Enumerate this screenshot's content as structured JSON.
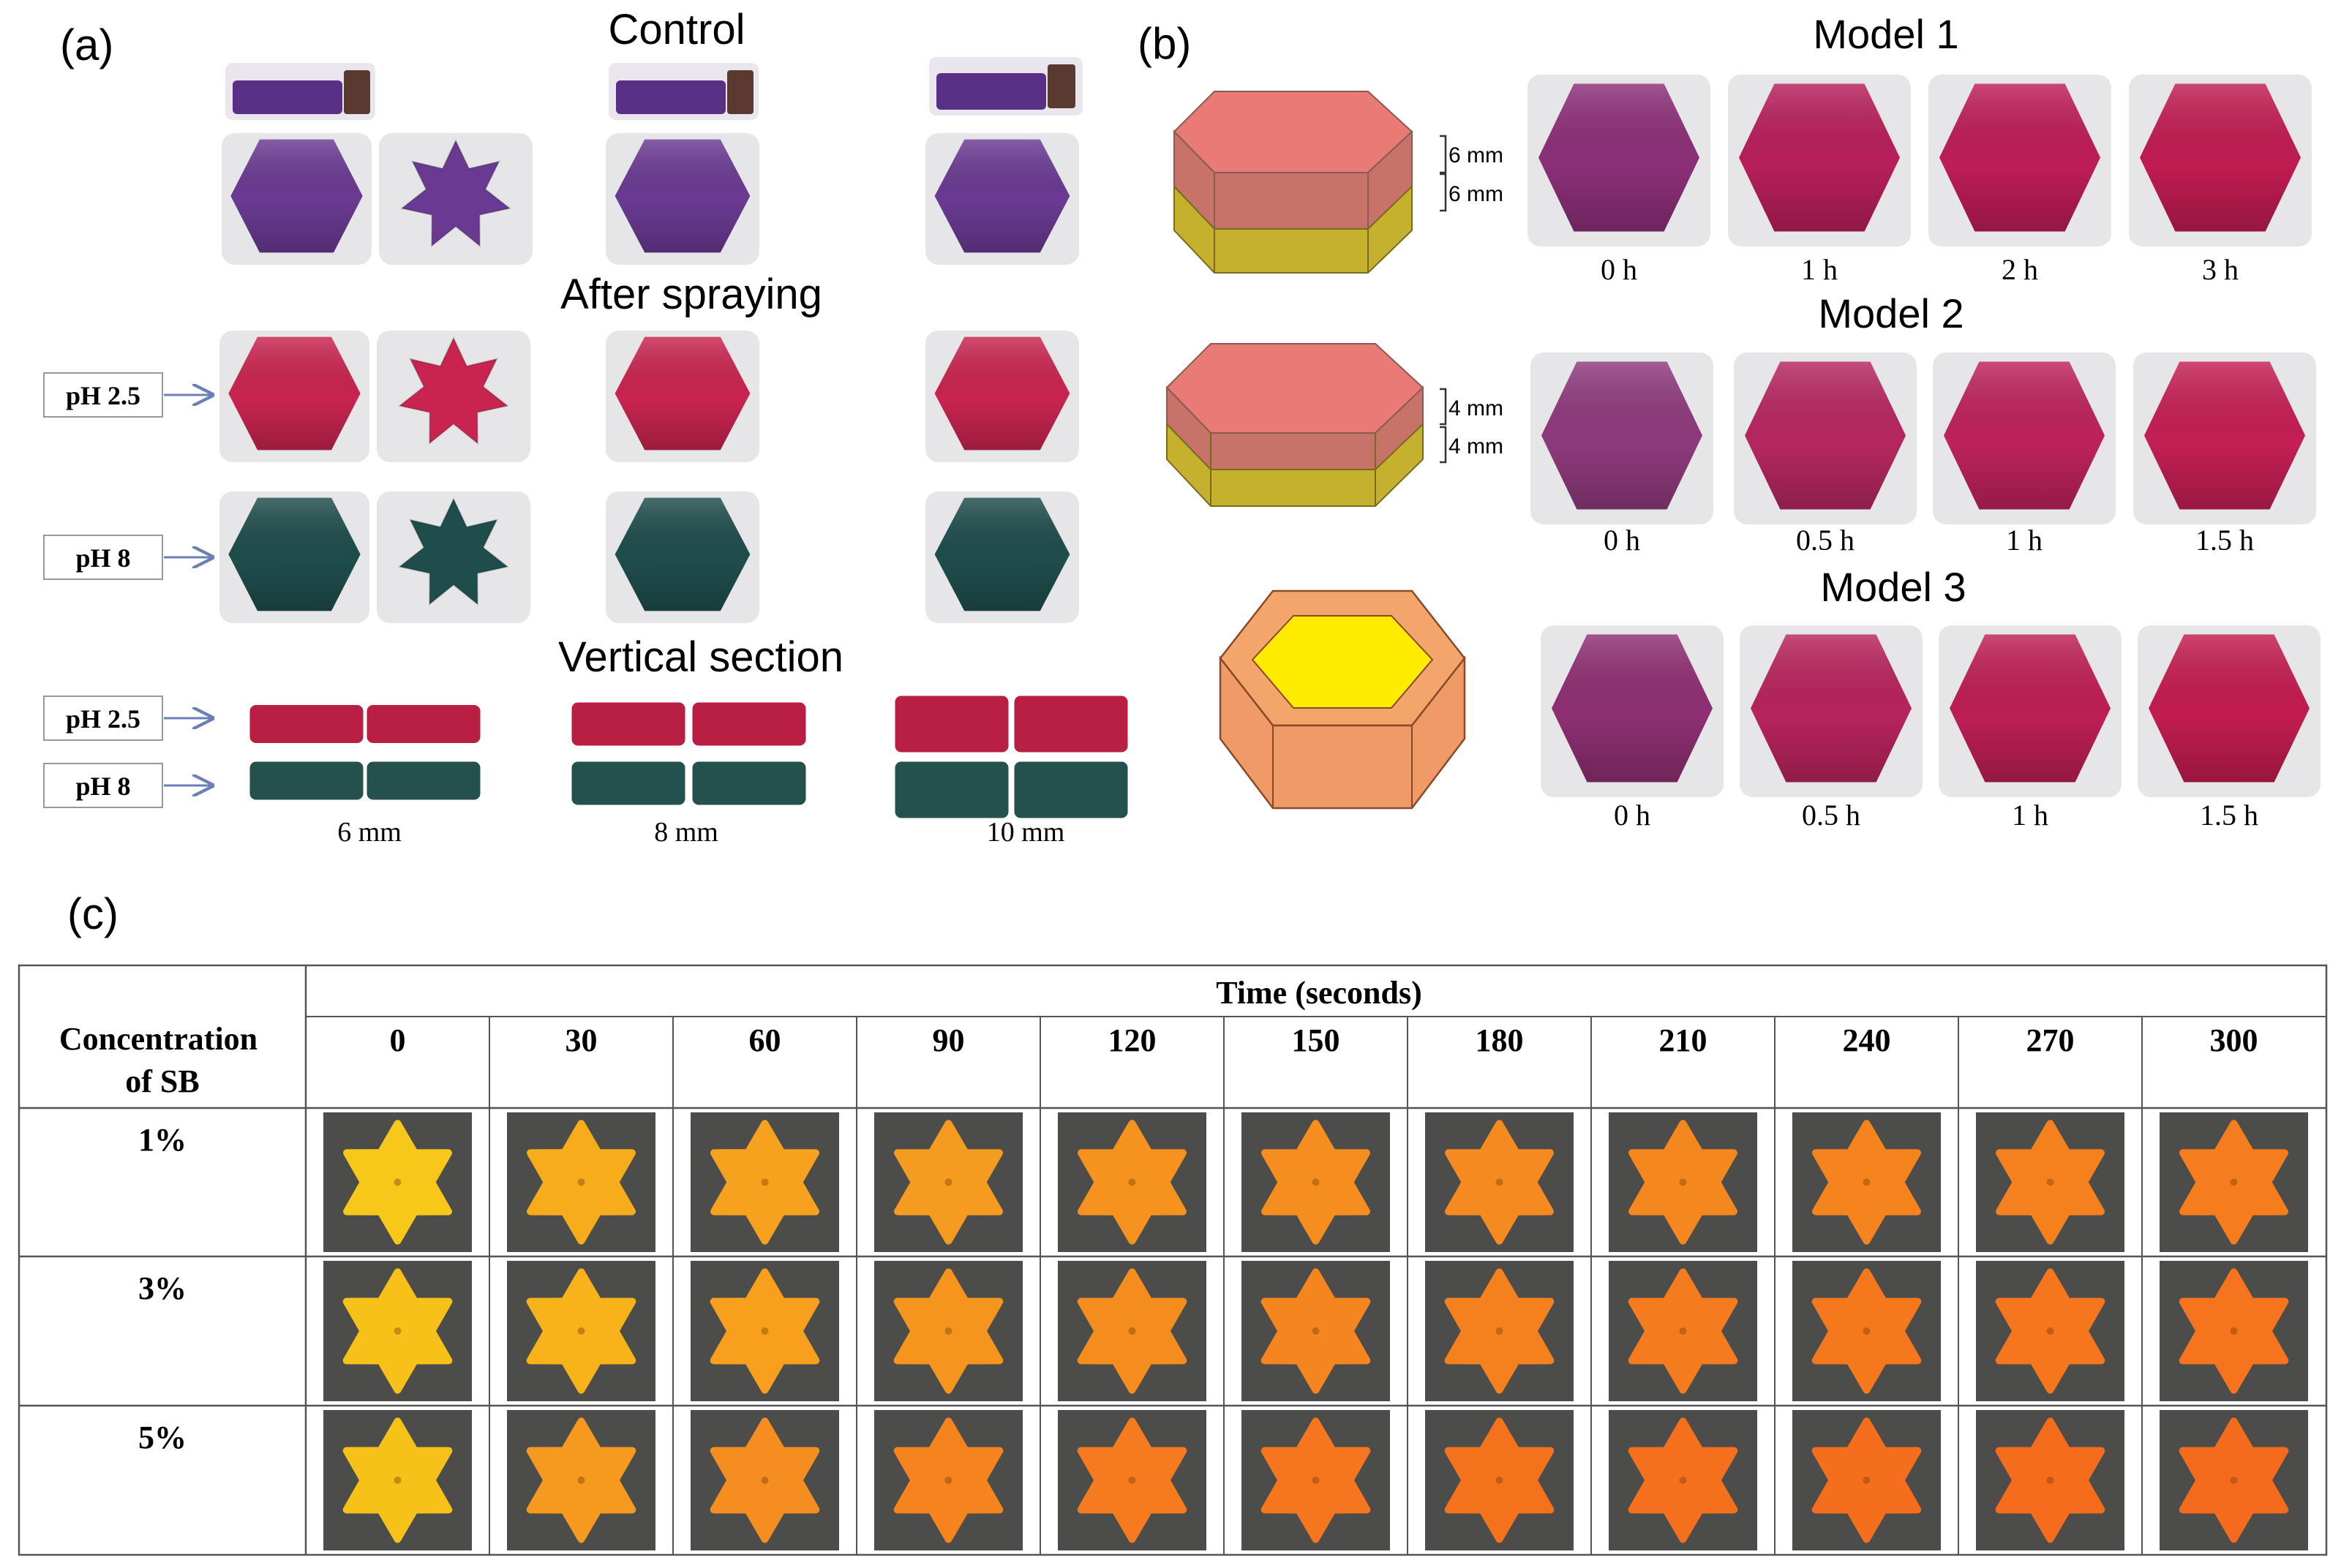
{
  "panels": {
    "a": {
      "label": "(a)",
      "control_title": "Control",
      "spraying_title": "After spraying",
      "section_title": "Vertical section",
      "spray_rows": [
        {
          "label": "pH 2.5",
          "color": "#c8244f"
        },
        {
          "label": "pH 8",
          "color": "#1f4d4c"
        }
      ],
      "section_rows": [
        {
          "label": "pH 2.5",
          "color": "#b81f43"
        },
        {
          "label": "pH 8",
          "color": "#24504e"
        }
      ],
      "thicknesses": [
        "6 mm",
        "8 mm",
        "10 mm"
      ],
      "control_color": "#6a3a92"
    },
    "b": {
      "label": "(b)",
      "models": [
        {
          "title": "Model 1",
          "layers": [
            "6 mm",
            "6 mm"
          ],
          "times": [
            "0 h",
            "1 h",
            "2 h",
            "3 h"
          ],
          "colors": [
            "#8c2f78",
            "#b71f5a",
            "#bd1d55",
            "#c01c52"
          ]
        },
        {
          "title": "Model 2",
          "layers": [
            "4 mm",
            "4 mm"
          ],
          "times": [
            "0 h",
            "0.5 h",
            "1 h",
            "1.5 h"
          ],
          "colors": [
            "#8e3a7c",
            "#b52760",
            "#bd2359",
            "#c41f55"
          ]
        },
        {
          "title": "Model 3",
          "layers": [],
          "times": [
            "0 h",
            "0.5 h",
            "1 h",
            "1.5 h"
          ],
          "colors": [
            "#8e2f72",
            "#b7245b",
            "#bd1f55",
            "#c21c50"
          ]
        }
      ],
      "top_layer_color": "#e97a76",
      "bottom_layer_color": "#c7b12e",
      "shell_color": "#f3a56b",
      "core_color": "#ffeb00"
    },
    "c": {
      "label": "(c)",
      "row_header": "Concentration of SB",
      "time_header": "Time (seconds)",
      "times": [
        "0",
        "30",
        "60",
        "90",
        "120",
        "150",
        "180",
        "210",
        "240",
        "270",
        "300"
      ],
      "rows": [
        {
          "label": "1%",
          "colors": [
            "#f7c71a",
            "#f7ad1b",
            "#f7a21e",
            "#f59c20",
            "#f6931f",
            "#f58e1f",
            "#f48a20",
            "#f5871f",
            "#f5841e",
            "#f5811e",
            "#f57d1e"
          ]
        },
        {
          "label": "3%",
          "colors": [
            "#f8c11a",
            "#f8b31b",
            "#f8a01d",
            "#f6951e",
            "#f58c1e",
            "#f5861f",
            "#f5801e",
            "#f57c1e",
            "#f5781d",
            "#f6761d",
            "#f6741d"
          ]
        },
        {
          "label": "5%",
          "colors": [
            "#f6c21a",
            "#f59a1f",
            "#f68d20",
            "#f5841f",
            "#f57b1e",
            "#f5761e",
            "#f5721d",
            "#f5701d",
            "#f56e1d",
            "#f56c1d",
            "#f56b1d"
          ]
        }
      ],
      "photo_background": "#4c4c4a"
    }
  }
}
